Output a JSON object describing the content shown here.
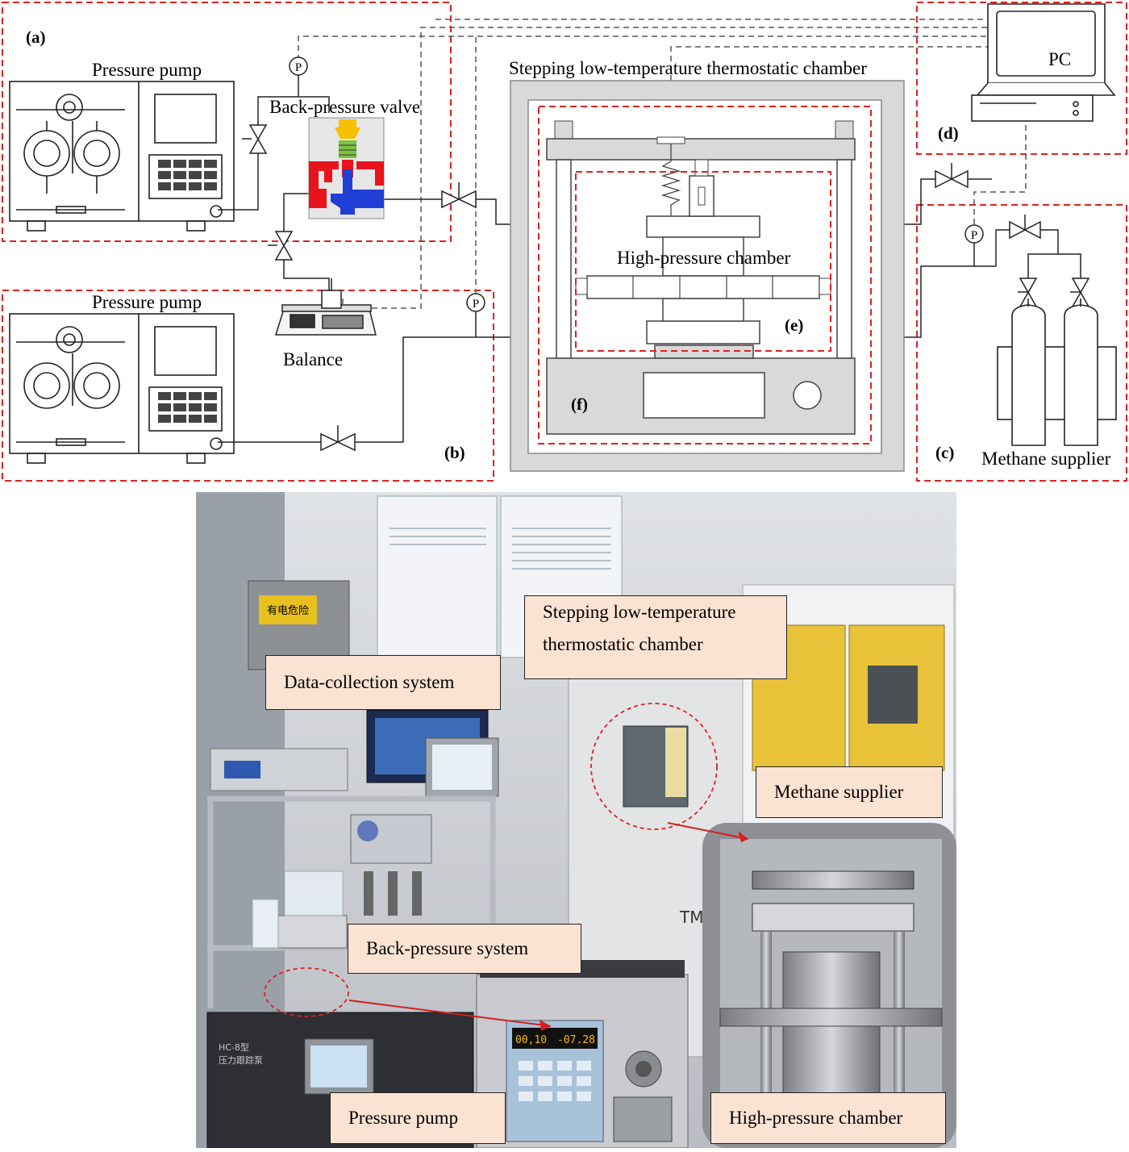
{
  "schematic": {
    "panels": {
      "a": "(a)",
      "b": "(b)",
      "c": "(c)",
      "d": "(d)",
      "e": "(e)",
      "f": "(f)"
    },
    "labels": {
      "pump_top": "Pressure pump",
      "pump_bottom": "Pressure pump",
      "back_pressure_valve": "Back-pressure valve",
      "balance": "Balance",
      "thermostatic_chamber": "Stepping low-temperature thermostatic chamber",
      "high_pressure_chamber": "High-pressure chamber",
      "pc": "PC",
      "methane_supplier": "Methane supplier",
      "gauge_symbol": "P"
    },
    "colors": {
      "dashed_box": "#e02020",
      "valve_red": "#e8141c",
      "valve_blue": "#1f3fd6",
      "valve_yellow": "#f5c000",
      "valve_green": "#7cc241",
      "chamber_gray": "#d9d9d9"
    }
  },
  "photo": {
    "callouts": {
      "thermostatic_line1": "Stepping   low-temperature",
      "thermostatic_line2": "thermostatic chamber",
      "data_collection": "Data-collection system",
      "methane_supplier": "Methane supplier",
      "back_pressure": "Back-pressure system",
      "pressure_pump": "Pressure pump",
      "high_pressure": "High-pressure chamber"
    },
    "warning_sign": "有电危险",
    "pump_model": "HC-8型",
    "pump_name": "压力跟踪泵",
    "pump_display_1": "00,10",
    "pump_display_2": "-07.28",
    "brand_mark": "TM",
    "callout_fill": "#fbe3d3"
  }
}
